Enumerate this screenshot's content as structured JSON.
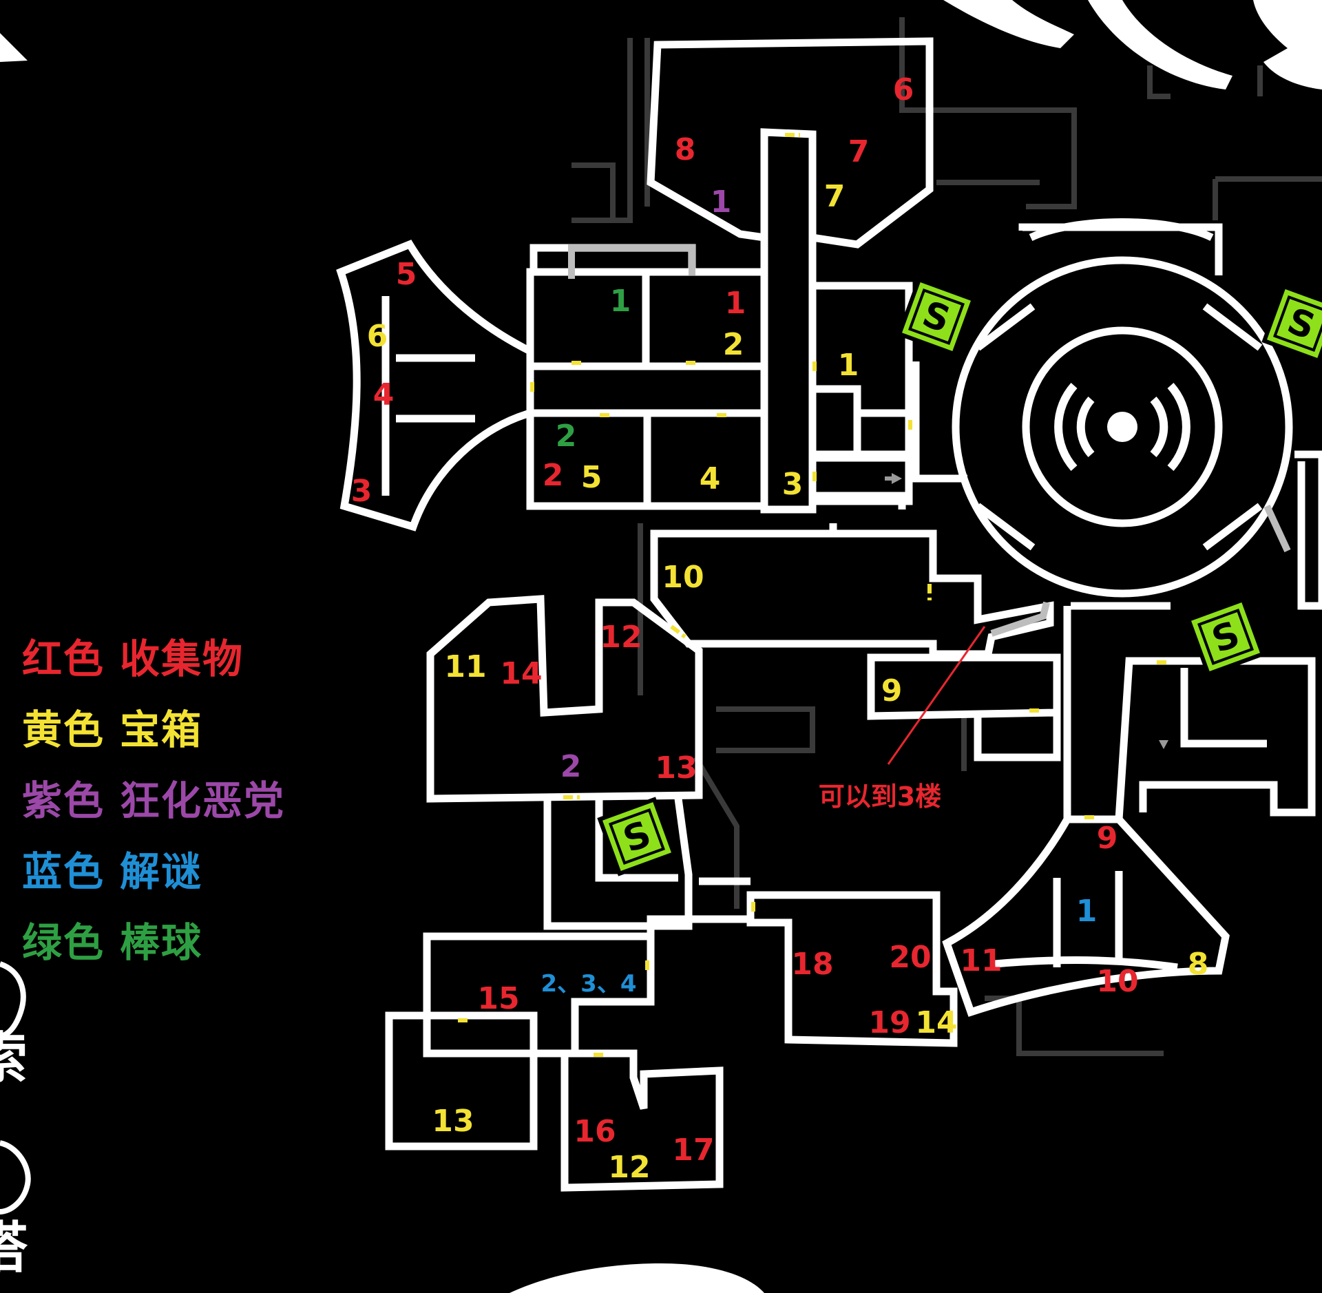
{
  "legend": {
    "items": [
      {
        "key": "red",
        "color": "#e8262f",
        "color_label": "红色",
        "meaning": "收集物"
      },
      {
        "key": "yellow",
        "color": "#f3e233",
        "color_label": "黄色",
        "meaning": "宝箱"
      },
      {
        "key": "purple",
        "color": "#9b48a8",
        "color_label": "紫色",
        "meaning": "狂化恶党"
      },
      {
        "key": "blue",
        "color": "#1f8fd6",
        "color_label": "蓝色",
        "meaning": "解谜"
      },
      {
        "key": "green",
        "color": "#2ea043",
        "color_label": "绿色",
        "meaning": "棒球"
      }
    ]
  },
  "map": {
    "wall_color": "#ffffff",
    "door_color": "#f3e233",
    "background": "#000000",
    "save_point": {
      "label": "S",
      "color": "#8ee01a",
      "icon": "save-point-icon"
    },
    "annotation": {
      "text": "可以到3楼",
      "color": "#e8262f"
    },
    "side_glyphs": [
      "索",
      "塔"
    ],
    "markers": {
      "red": [
        "1",
        "2",
        "3",
        "4",
        "5",
        "6",
        "7",
        "8",
        "9",
        "10",
        "11",
        "12",
        "13",
        "14",
        "15",
        "16",
        "17",
        "18",
        "19",
        "20"
      ],
      "yellow": [
        "1",
        "2",
        "3",
        "4",
        "5",
        "6",
        "7",
        "8",
        "9",
        "10",
        "11",
        "12",
        "13",
        "14"
      ],
      "purple": [
        "1",
        "2"
      ],
      "blue": [
        "1",
        "2、3、4"
      ],
      "green": [
        "1",
        "2"
      ]
    }
  }
}
